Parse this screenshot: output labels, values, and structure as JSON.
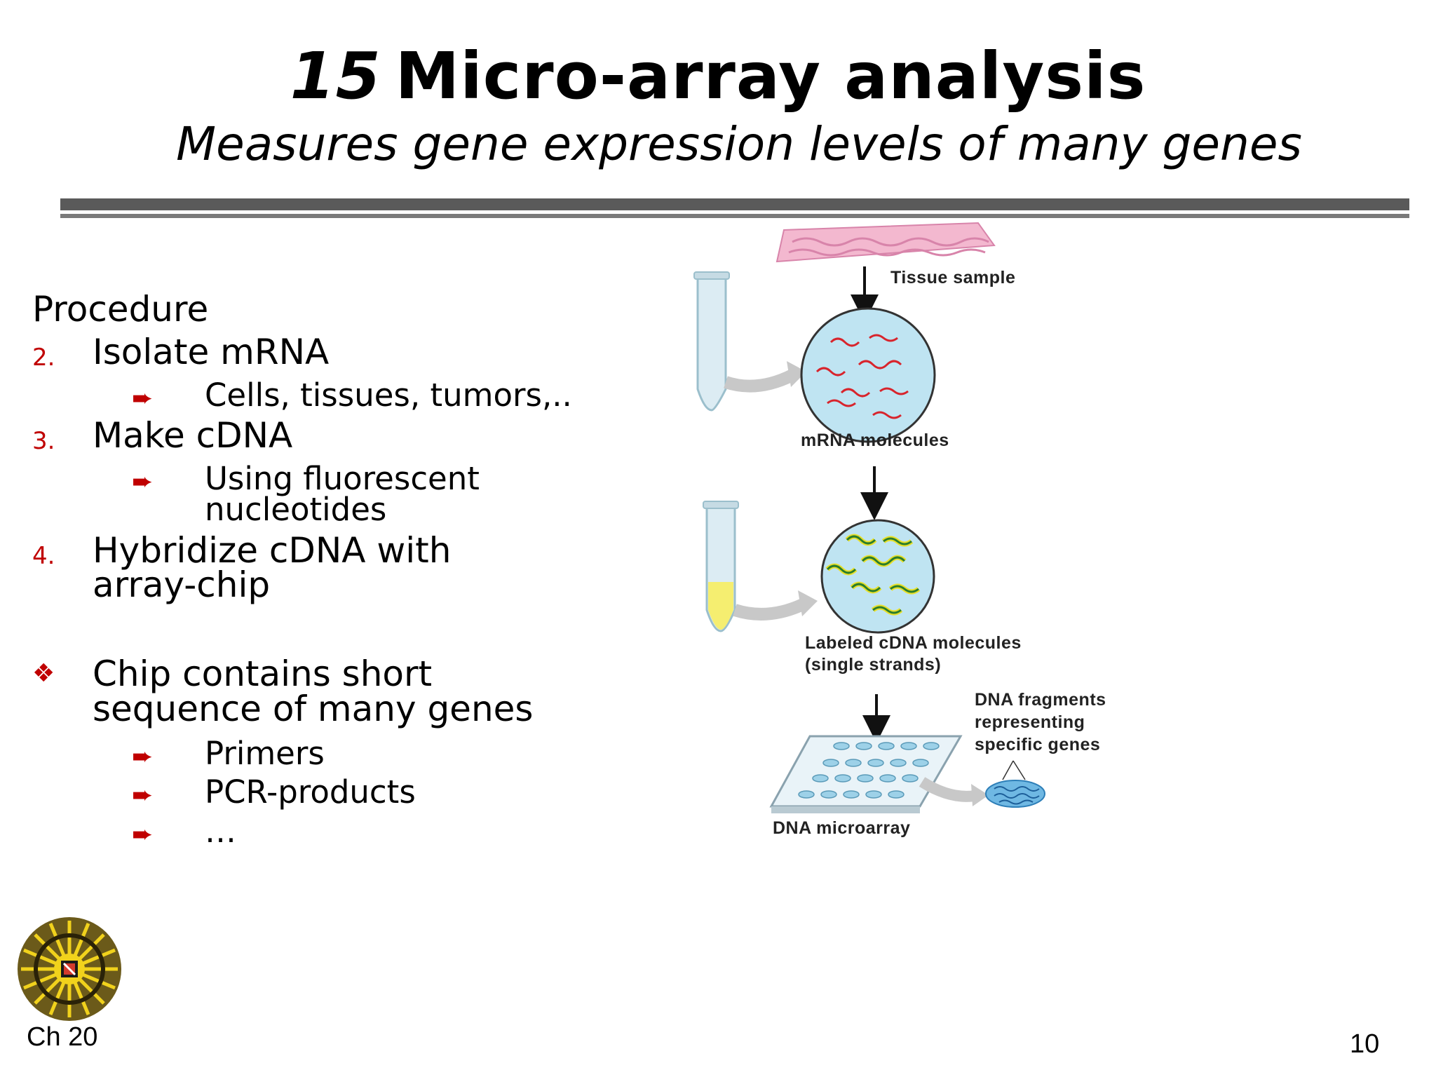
{
  "slide": {
    "title_number": "15",
    "title_text": "Micro-array analysis",
    "subtitle": "Measures gene expression levels of many genes",
    "chapter": "Ch 20",
    "page_number": "10"
  },
  "content": {
    "heading": "Procedure",
    "items": [
      {
        "marker": "2.",
        "text": "Isolate mRNA",
        "sub": [
          "Cells, tissues, tumors,.."
        ]
      },
      {
        "marker": "3.",
        "text": "Make cDNA",
        "sub": [
          "Using fluorescent",
          "nucleotides"
        ]
      },
      {
        "marker": "4.",
        "text_lines": [
          "Hybridize cDNA with",
          "array-chip"
        ]
      }
    ],
    "note": {
      "marker": "❖",
      "text_lines": [
        "Chip contains short",
        "sequence of many  genes"
      ],
      "sub": [
        "Primers",
        "PCR-products",
        "…"
      ]
    },
    "arrow_glyph": "➨"
  },
  "figure": {
    "labels": {
      "tissue": "Tissue sample",
      "mrna": "mRNA molecules",
      "cdna_1": "Labeled cDNA molecules",
      "cdna_2": "(single strands)",
      "fragments_1": "DNA fragments",
      "fragments_2": "representing",
      "fragments_3": "specific genes",
      "microarray": "DNA microarray"
    },
    "colors": {
      "tissue": "#f3b8cf",
      "tissue_cells": "#d884aa",
      "circle_fill": "#bfe4f2",
      "mrna_strand": "#d8242c",
      "cdna_strand": "#2b7d2b",
      "cdna_label": "#e8e02a",
      "tube": "#dcecf3",
      "tube_yellow": "#f5ee70",
      "chip": "#e9f3f8",
      "spot": "#9dd1e8",
      "fragment": "#3aa0d8"
    }
  },
  "logo": {
    "name": "university-seal"
  }
}
